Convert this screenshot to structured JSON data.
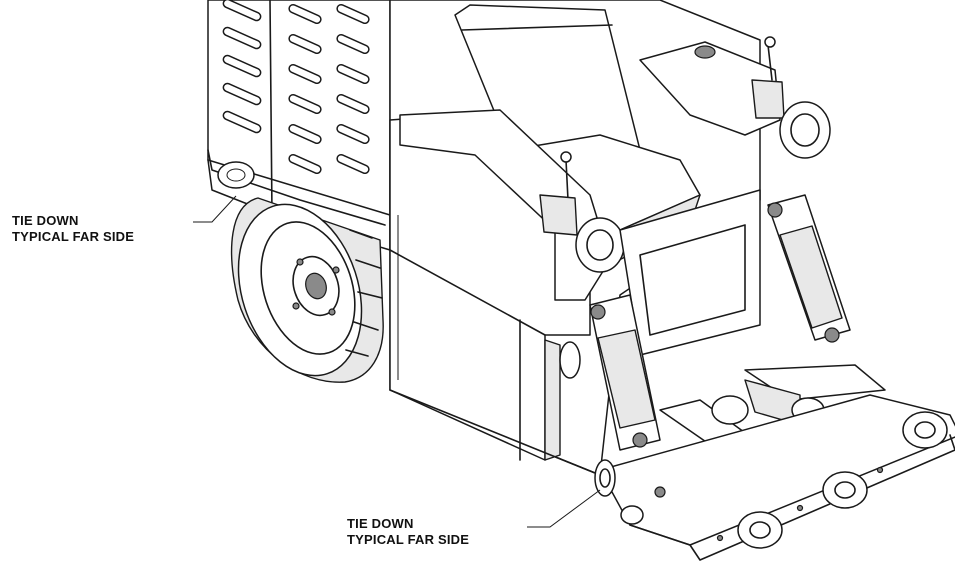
{
  "callouts": {
    "tie_down_top": {
      "line1": "TIE DOWN",
      "line2": "TYPICAL FAR SIDE"
    },
    "tie_down_bottom": {
      "line1": "TIE DOWN",
      "line2": "TYPICAL FAR SIDE"
    }
  }
}
